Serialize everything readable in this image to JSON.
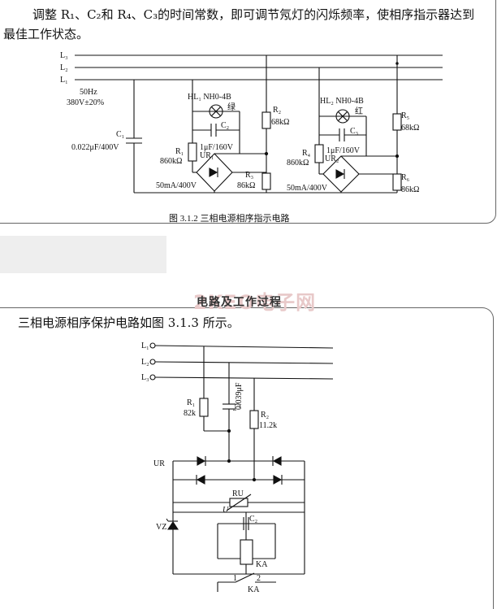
{
  "intro": {
    "line1": "调整 R₁、C₂和 R₄、C₃的时间常数，即可调节氖灯的闪烁频率，使相序指示器达到",
    "line2": "最佳工作状态。"
  },
  "fig1": {
    "caption": "图 3.1.2   三相电源相序指示电路",
    "phase_l3": "L₃",
    "phase_l2": "L₂",
    "phase_l1": "L₁",
    "freq": "50Hz",
    "voltage": "380V±20%",
    "c1_name": "C₁",
    "c1_value": "0.022μF/400V",
    "hl1": "HL₁  NH0-4B",
    "hl1_color": "绿",
    "c2_name": "C₂",
    "c2_value": "1μF/160V",
    "r1_name": "R₁",
    "r1_value": "860kΩ",
    "ur1": "UR₁",
    "bridge1": "50mA/400V",
    "r2_name": "R₂",
    "r2_value": "68kΩ",
    "r3_name": "R₃",
    "r3_value": "86kΩ",
    "hl2": "HL₂  NH0-4B",
    "hl2_color": "红",
    "c3_name": "C₃",
    "c3_value": "1μF/160V",
    "r4_name": "R₄",
    "r4_value": "860kΩ",
    "ur2": "UR₂",
    "bridge2": "50mA/400V",
    "r5_name": "R₅",
    "r5_value": "68kΩ",
    "r6_name": "R₆",
    "r6_value": "86kΩ"
  },
  "section": {
    "heading": "电路及工作过程",
    "watermark": "2KEO电子网",
    "intro": "三相电源相序保护电路如图 3.1.3 所示。"
  },
  "fig2": {
    "l1": "L₁",
    "l2": "L₂",
    "l3": "L₃",
    "r1_name": "R₁",
    "r1_value": "82k",
    "c1_name": "C₁",
    "c1_value": "0.039μF",
    "r2_name": "R₂",
    "r2_value": "11.2k",
    "ur": "UR",
    "ru": "RU",
    "u_label": "U",
    "vz": "VZ",
    "c2_name": "C₂",
    "ka_coil": "KA",
    "contact_1": "1",
    "contact_2": "2",
    "ka_contact": "KA"
  }
}
